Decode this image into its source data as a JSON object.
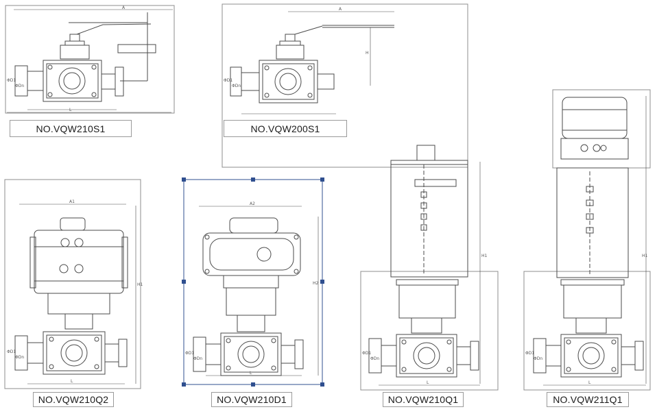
{
  "labels": {
    "s1_210": "NO.VQW210S1",
    "s1_200": "NO.VQW200S1",
    "q2_210": "NO.VQW210Q2",
    "d1_210": "NO.VQW210D1",
    "q1_210": "NO.VQW210Q1",
    "q1_211": "NO.VQW211Q1"
  },
  "dims": {
    "a": "A",
    "h": "H",
    "l": "L",
    "d1": "ΦD1",
    "dn": "ΦDn",
    "a1": "A1",
    "a2": "A2",
    "h1": "H1",
    "h2": "H2"
  },
  "colors": {
    "line": "#4a4a4a",
    "panel_border": "#8c8c8c",
    "selection": "#2f4f8f"
  }
}
